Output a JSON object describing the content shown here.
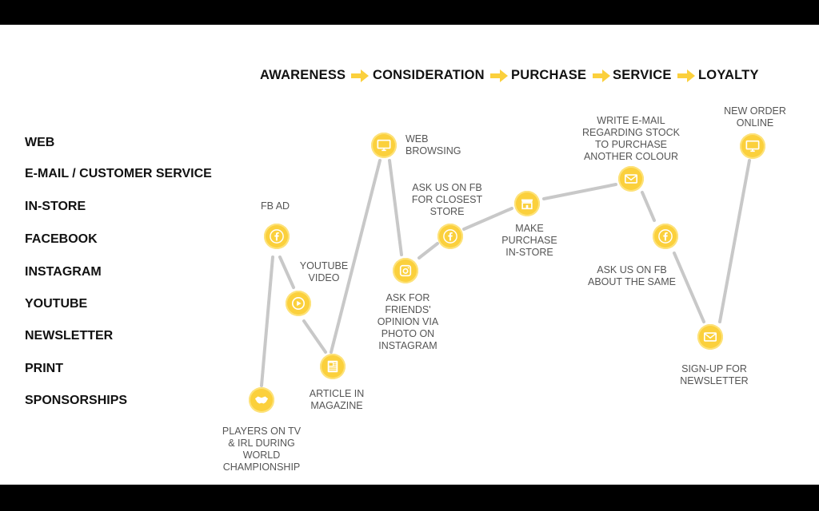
{
  "stages": [
    "AWARENESS",
    "CONSIDERATION",
    "PURCHASE",
    "SERVICE",
    "LOYALTY"
  ],
  "channels": [
    "WEB",
    "E-MAIL / CUSTOMER SERVICE",
    "IN-STORE",
    "FACEBOOK",
    "INSTAGRAM",
    "YOUTUBE",
    "NEWSLETTER",
    "PRINT",
    "SPONSORSHIPS"
  ],
  "touchpoints": [
    {
      "id": "sponsorship",
      "icon": "handshake-icon",
      "label": [
        "PLAYERS ON TV",
        "& IRL DURING",
        "WORLD",
        "CHAMPIONSHIP"
      ]
    },
    {
      "id": "fb-ad",
      "icon": "facebook-icon",
      "label": [
        "FB AD"
      ]
    },
    {
      "id": "youtube-video",
      "icon": "play-icon",
      "label": [
        "YOUTUBE",
        "VIDEO"
      ]
    },
    {
      "id": "magazine-article",
      "icon": "magazine-icon",
      "label": [
        "ARTICLE IN",
        "MAGAZINE"
      ]
    },
    {
      "id": "web-browsing",
      "icon": "monitor-icon",
      "label": [
        "WEB",
        "BROWSING"
      ]
    },
    {
      "id": "instagram-photo",
      "icon": "camera-icon",
      "label": [
        "ASK FOR",
        "FRIENDS'",
        "OPINION VIA",
        "PHOTO ON",
        "INSTAGRAM"
      ]
    },
    {
      "id": "fb-closest-store",
      "icon": "facebook-icon",
      "label": [
        "ASK US ON FB",
        "FOR CLOSEST",
        "STORE"
      ]
    },
    {
      "id": "in-store-purchase",
      "icon": "store-icon",
      "label": [
        "MAKE",
        "PURCHASE",
        "IN-STORE"
      ]
    },
    {
      "id": "stock-email",
      "icon": "envelope-icon",
      "label": [
        "WRITE E-MAIL",
        "REGARDING STOCK",
        "TO PURCHASE",
        "ANOTHER COLOUR"
      ]
    },
    {
      "id": "fb-same",
      "icon": "facebook-icon",
      "label": [
        "ASK US ON FB",
        "ABOUT THE SAME"
      ]
    },
    {
      "id": "newsletter-signup",
      "icon": "envelope-icon",
      "label": [
        "SIGN-UP FOR",
        "NEWSLETTER"
      ]
    },
    {
      "id": "online-order",
      "icon": "monitor-icon",
      "label": [
        "NEW ORDER",
        "ONLINE"
      ]
    }
  ],
  "colors": {
    "node": "#fbd03c",
    "arrow": "#fbd03c",
    "line": "#c8c8c8"
  }
}
